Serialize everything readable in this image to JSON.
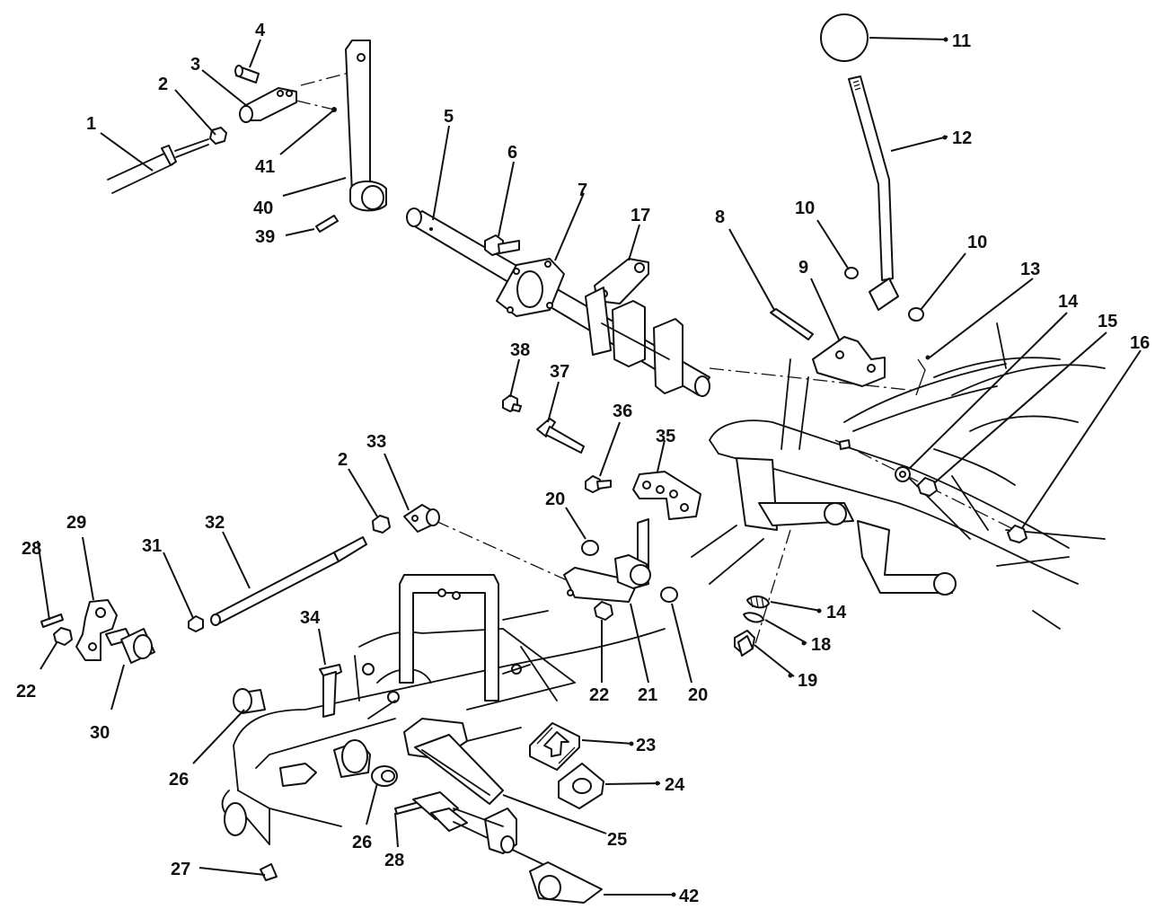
{
  "callouts": [
    {
      "id": "1",
      "label": "1"
    },
    {
      "id": "2a",
      "label": "2"
    },
    {
      "id": "3",
      "label": "3"
    },
    {
      "id": "4",
      "label": "4"
    },
    {
      "id": "5",
      "label": "5"
    },
    {
      "id": "6",
      "label": "6"
    },
    {
      "id": "7",
      "label": "7"
    },
    {
      "id": "8",
      "label": "8"
    },
    {
      "id": "9",
      "label": "9"
    },
    {
      "id": "10a",
      "label": "10"
    },
    {
      "id": "10b",
      "label": "10"
    },
    {
      "id": "11",
      "label": "11"
    },
    {
      "id": "12",
      "label": "12"
    },
    {
      "id": "13",
      "label": "13"
    },
    {
      "id": "14a",
      "label": "14"
    },
    {
      "id": "15",
      "label": "15"
    },
    {
      "id": "16",
      "label": "16"
    },
    {
      "id": "17",
      "label": "17"
    },
    {
      "id": "14b",
      "label": "14"
    },
    {
      "id": "18",
      "label": "18"
    },
    {
      "id": "19",
      "label": "19"
    },
    {
      "id": "20a",
      "label": "20"
    },
    {
      "id": "20b",
      "label": "20"
    },
    {
      "id": "21",
      "label": "21"
    },
    {
      "id": "22a",
      "label": "22"
    },
    {
      "id": "22b",
      "label": "22"
    },
    {
      "id": "23",
      "label": "23"
    },
    {
      "id": "24",
      "label": "24"
    },
    {
      "id": "25",
      "label": "25"
    },
    {
      "id": "26a",
      "label": "26"
    },
    {
      "id": "26b",
      "label": "26"
    },
    {
      "id": "27",
      "label": "27"
    },
    {
      "id": "28a",
      "label": "28"
    },
    {
      "id": "28b",
      "label": "28"
    },
    {
      "id": "29",
      "label": "29"
    },
    {
      "id": "30",
      "label": "30"
    },
    {
      "id": "31",
      "label": "31"
    },
    {
      "id": "32",
      "label": "32"
    },
    {
      "id": "33",
      "label": "33"
    },
    {
      "id": "2b",
      "label": "2"
    },
    {
      "id": "34",
      "label": "34"
    },
    {
      "id": "35",
      "label": "35"
    },
    {
      "id": "36",
      "label": "36"
    },
    {
      "id": "37",
      "label": "37"
    },
    {
      "id": "38",
      "label": "38"
    },
    {
      "id": "39",
      "label": "39"
    },
    {
      "id": "40",
      "label": "40"
    },
    {
      "id": "41",
      "label": "41"
    },
    {
      "id": "42",
      "label": "42"
    }
  ]
}
